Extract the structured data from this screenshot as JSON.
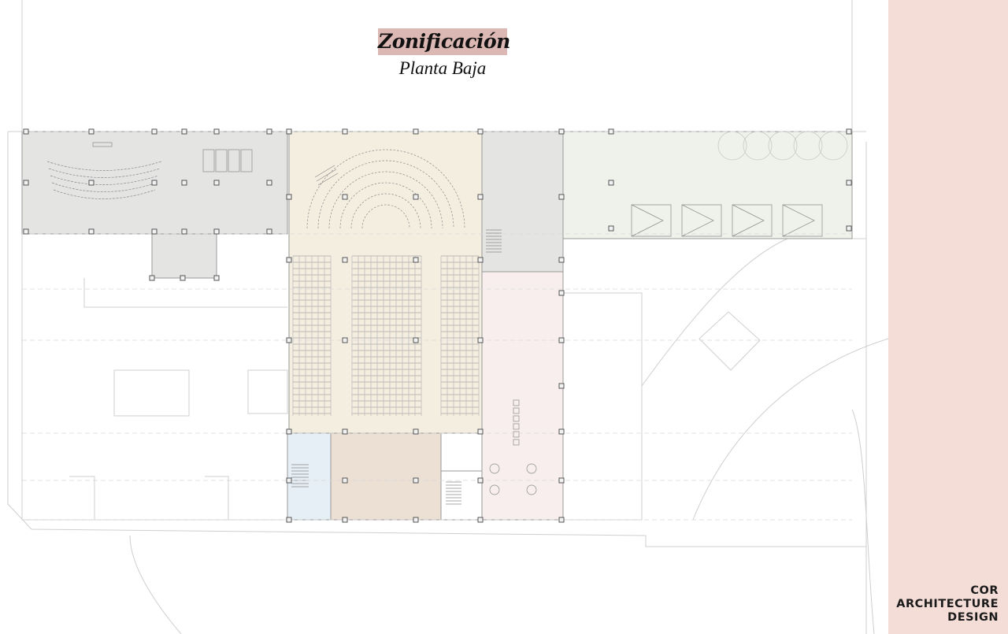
{
  "title": "Zonificación",
  "subtitle": "Planta Baja",
  "logo": {
    "lines": [
      "COR",
      "ARCHITECTURE",
      "DESIGN"
    ]
  },
  "colors": {
    "sidebar": "#f4ddd7",
    "title_highlight": "#dcb8b4",
    "zone_gray": "#e4e4e3",
    "zone_auditorium": "#f4eee0",
    "zone_cafe": "#f8eeee",
    "zone_garden": "#eef2ea",
    "zone_stairs": "#e6eff6",
    "zone_lobby": "#ecdfd4",
    "linework": "#9a9a9a"
  }
}
